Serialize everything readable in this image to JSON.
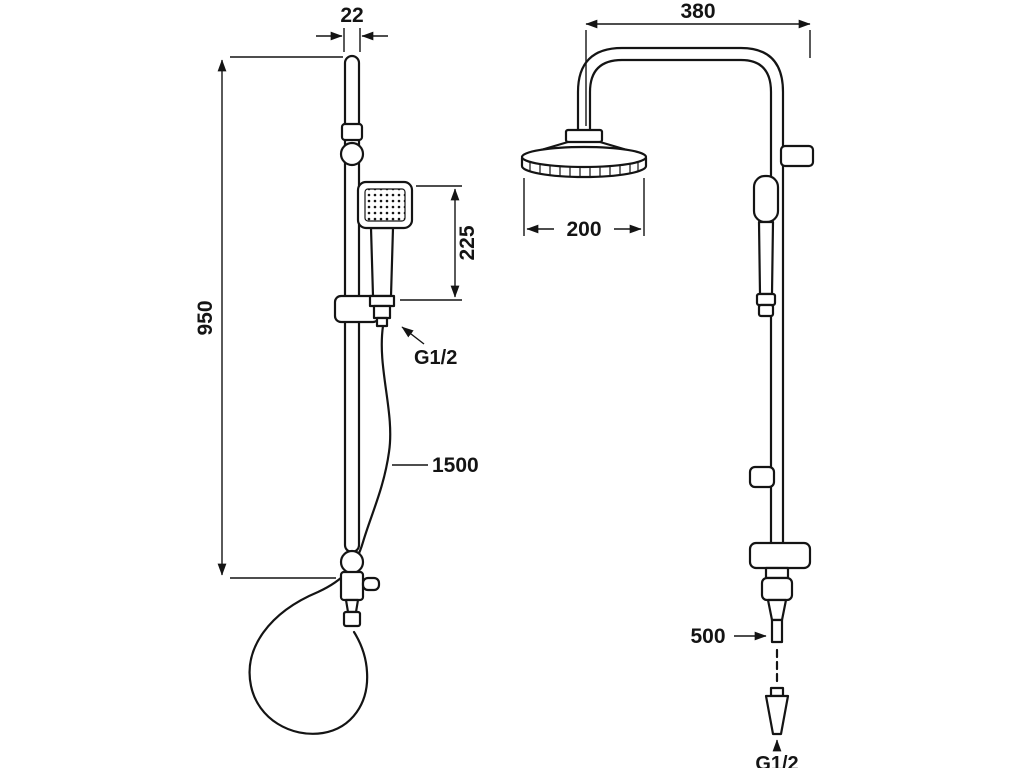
{
  "drawing": {
    "title": "shower-set-technical-drawing",
    "left_view": {
      "rail_diameter": "22",
      "rail_height": "950",
      "handset_length": "225",
      "connector_thread": "G1/2",
      "hose_length": "1500"
    },
    "right_view": {
      "arm_reach": "380",
      "head_width": "200",
      "outlet_length": "500",
      "inlet_thread": "G1/2"
    }
  },
  "colors": {
    "line": "#141414",
    "background": "#ffffff"
  }
}
